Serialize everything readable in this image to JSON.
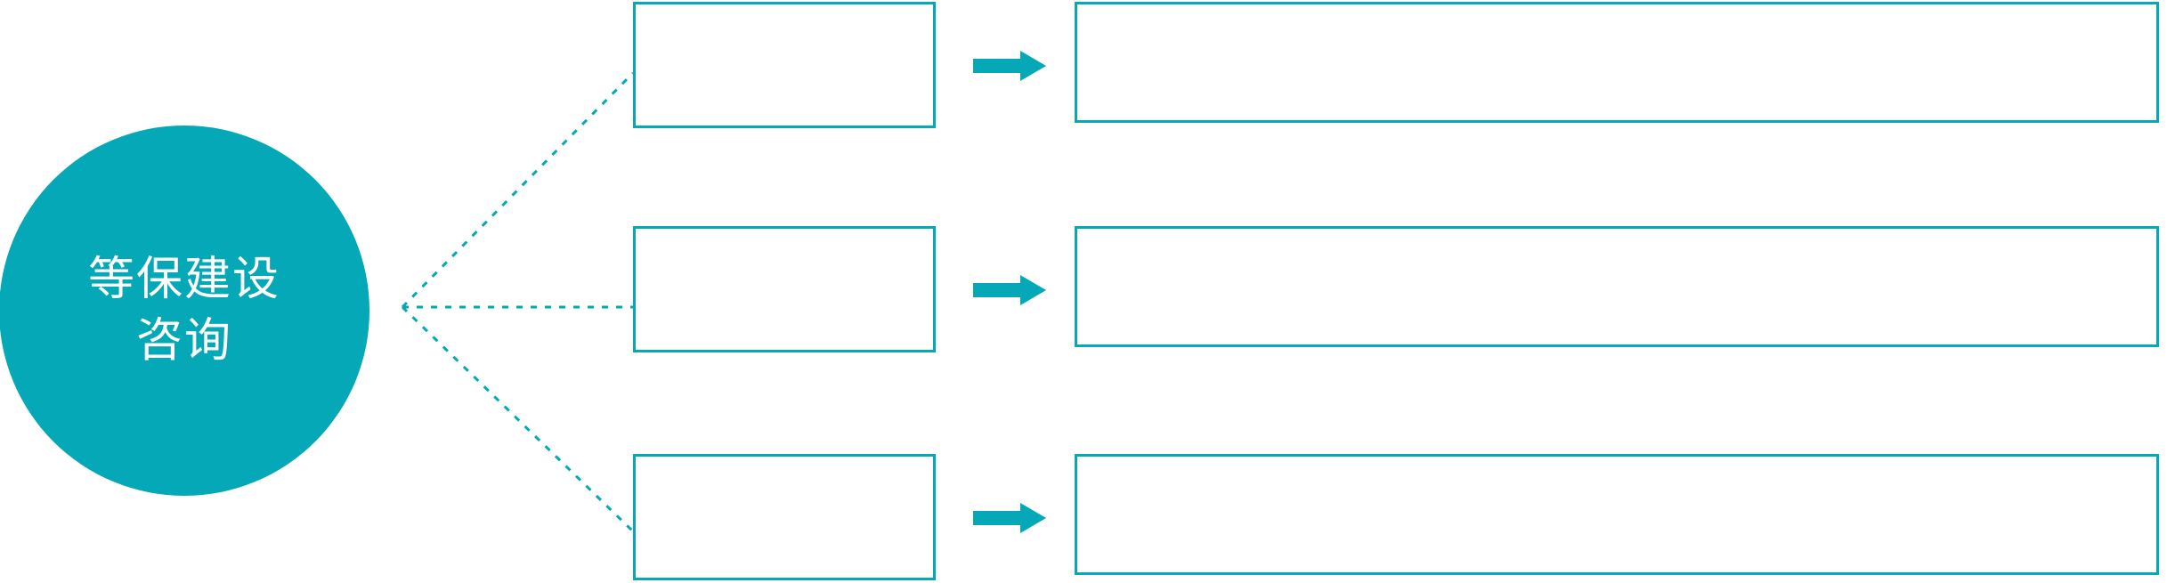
{
  "diagram": {
    "type": "hub-and-spoke flow diagram",
    "accent_color": "#05A8B6",
    "background_color": "#FFFFFF",
    "hub": {
      "name": "等保建设咨询",
      "line1": "等保建设",
      "line2": "咨询",
      "shape": "circle",
      "fill": "#05A8B6",
      "text_color": "#FFFFFF"
    },
    "connector_style": "dotted",
    "arrow_icon": "right-arrow-icon",
    "rows": [
      {
        "index": 1,
        "stage_label": "",
        "detail_label": "",
        "arrow": "right-arrow-icon"
      },
      {
        "index": 2,
        "stage_label": "",
        "detail_label": "",
        "arrow": "right-arrow-icon"
      },
      {
        "index": 3,
        "stage_label": "",
        "detail_label": "",
        "arrow": "right-arrow-icon"
      }
    ]
  }
}
